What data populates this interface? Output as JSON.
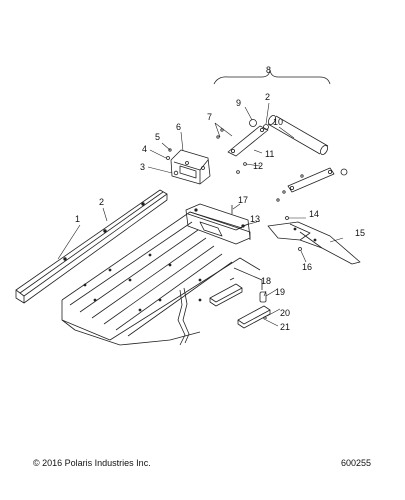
{
  "callouts": {
    "c1": "1",
    "c2a": "2",
    "c2b": "2",
    "c3": "3",
    "c4": "4",
    "c5": "5",
    "c6": "6",
    "c7": "7",
    "c8": "8",
    "c9": "9",
    "c10": "10",
    "c11": "11",
    "c12": "12",
    "c13": "13",
    "c14": "14",
    "c15": "15",
    "c16": "16",
    "c17": "17",
    "c18": "18",
    "c19": "19",
    "c20": "20",
    "c21": "21"
  },
  "footer": {
    "copyright": "© 2016 Polaris Industries Inc.",
    "figure_number": "600255"
  },
  "colors": {
    "line": "#222222",
    "background": "#ffffff"
  }
}
